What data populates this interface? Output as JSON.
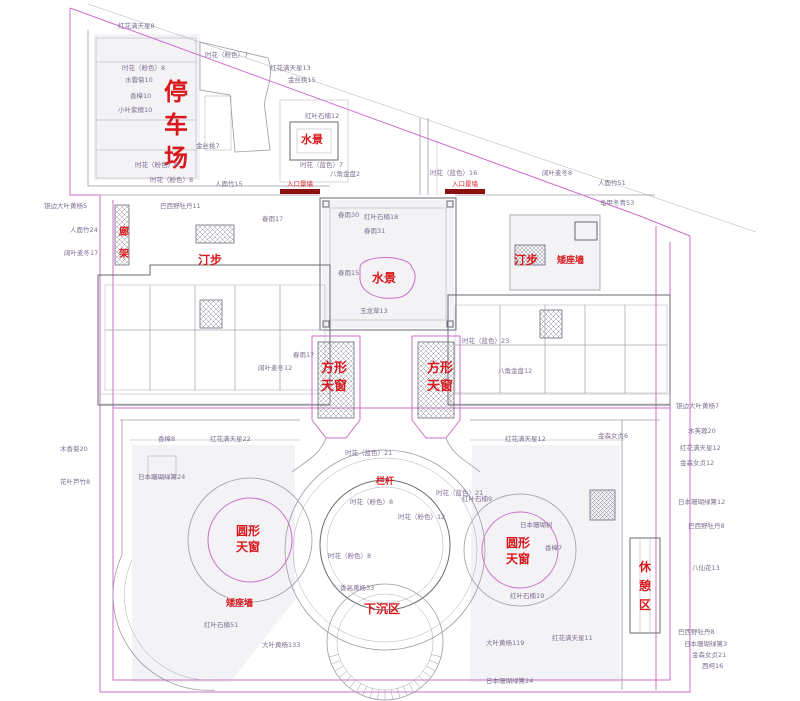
{
  "colors": {
    "zone_label": "#d8181c",
    "plant_label": "#7d6f92",
    "boundary": "#cc6fcc",
    "linework": "#9d9aa6",
    "linework_dark": "#6b6776",
    "entrance_wall": "#8b1010"
  },
  "zone_labels": {
    "parking": "停车场",
    "water_feature_north": "水景",
    "entrance_wall_west": "入口景墙",
    "entrance_wall_east": "入口景墙",
    "pergola": "廊架",
    "stepping_stones_west": "汀步",
    "stepping_stones_east": "汀步",
    "water_feature_center": "水景",
    "low_seat_wall_north": "矮座墙",
    "square_skylight_west": "方形天窗",
    "square_skylight_east": "方形天窗",
    "railing": "栏杆",
    "round_skylight_west": "圆形天窗",
    "round_skylight_east": "圆形天窗",
    "low_seat_wall_south": "矮座墙",
    "sunken_area": "下沉区",
    "rest_area": "休憩区"
  },
  "plant_labels": [
    "红花满天星8",
    "时花（粉色）8",
    "水蓉菊10",
    "香樟10",
    "小叶紫檀10",
    "时花（粉色）7",
    "红花满天星13",
    "金丝桃15",
    "红叶石楠12",
    "金丝桃7",
    "时花（粉色）8",
    "时花（粉色）8",
    "人面竹15",
    "时花（蓝色）7",
    "八角金盘2",
    "时花（蓝色）16",
    "阔叶麦冬8",
    "人面竹51",
    "龟甲冬青53",
    "巴西野牡丹11",
    "银边大叶黄杨5",
    "人面竹24",
    "阔叶麦冬17",
    "春雨17",
    "春雨30",
    "红叶石楠18",
    "春雨31",
    "春雨15",
    "玉龙草13",
    "春雨17",
    "阔叶麦冬12",
    "时花（蓝色）23",
    "八角金盘12",
    "香樟8",
    "红花满天星22",
    "木香菊20",
    "花叶芦竹8",
    "日本珊瑚绿篱24",
    "时花（蓝色）21",
    "红花满天星12",
    "金森女贞6",
    "银边大叶黄杨7",
    "木芙蓉20",
    "红花满天星12",
    "金森女贞12",
    "日本珊瑚绿篱12",
    "巴西野牡丹8",
    "八仙花13",
    "巴西野牡丹8",
    "日本珊瑚绿篱3",
    "金森女贞21",
    "西柯16",
    "日本珊瑚绿篱24",
    "大叶黄杨133",
    "红叶石楠51",
    "大叶黄杨119",
    "红花满天星11",
    "香高黄杨33",
    "时花（粉色）8",
    "时花（粉色）12",
    "时花（蓝色）21",
    "红叶石楠9",
    "日本珊瑚树",
    "香樟7",
    "红叶石楠19",
    "时花（粉色）8"
  ]
}
